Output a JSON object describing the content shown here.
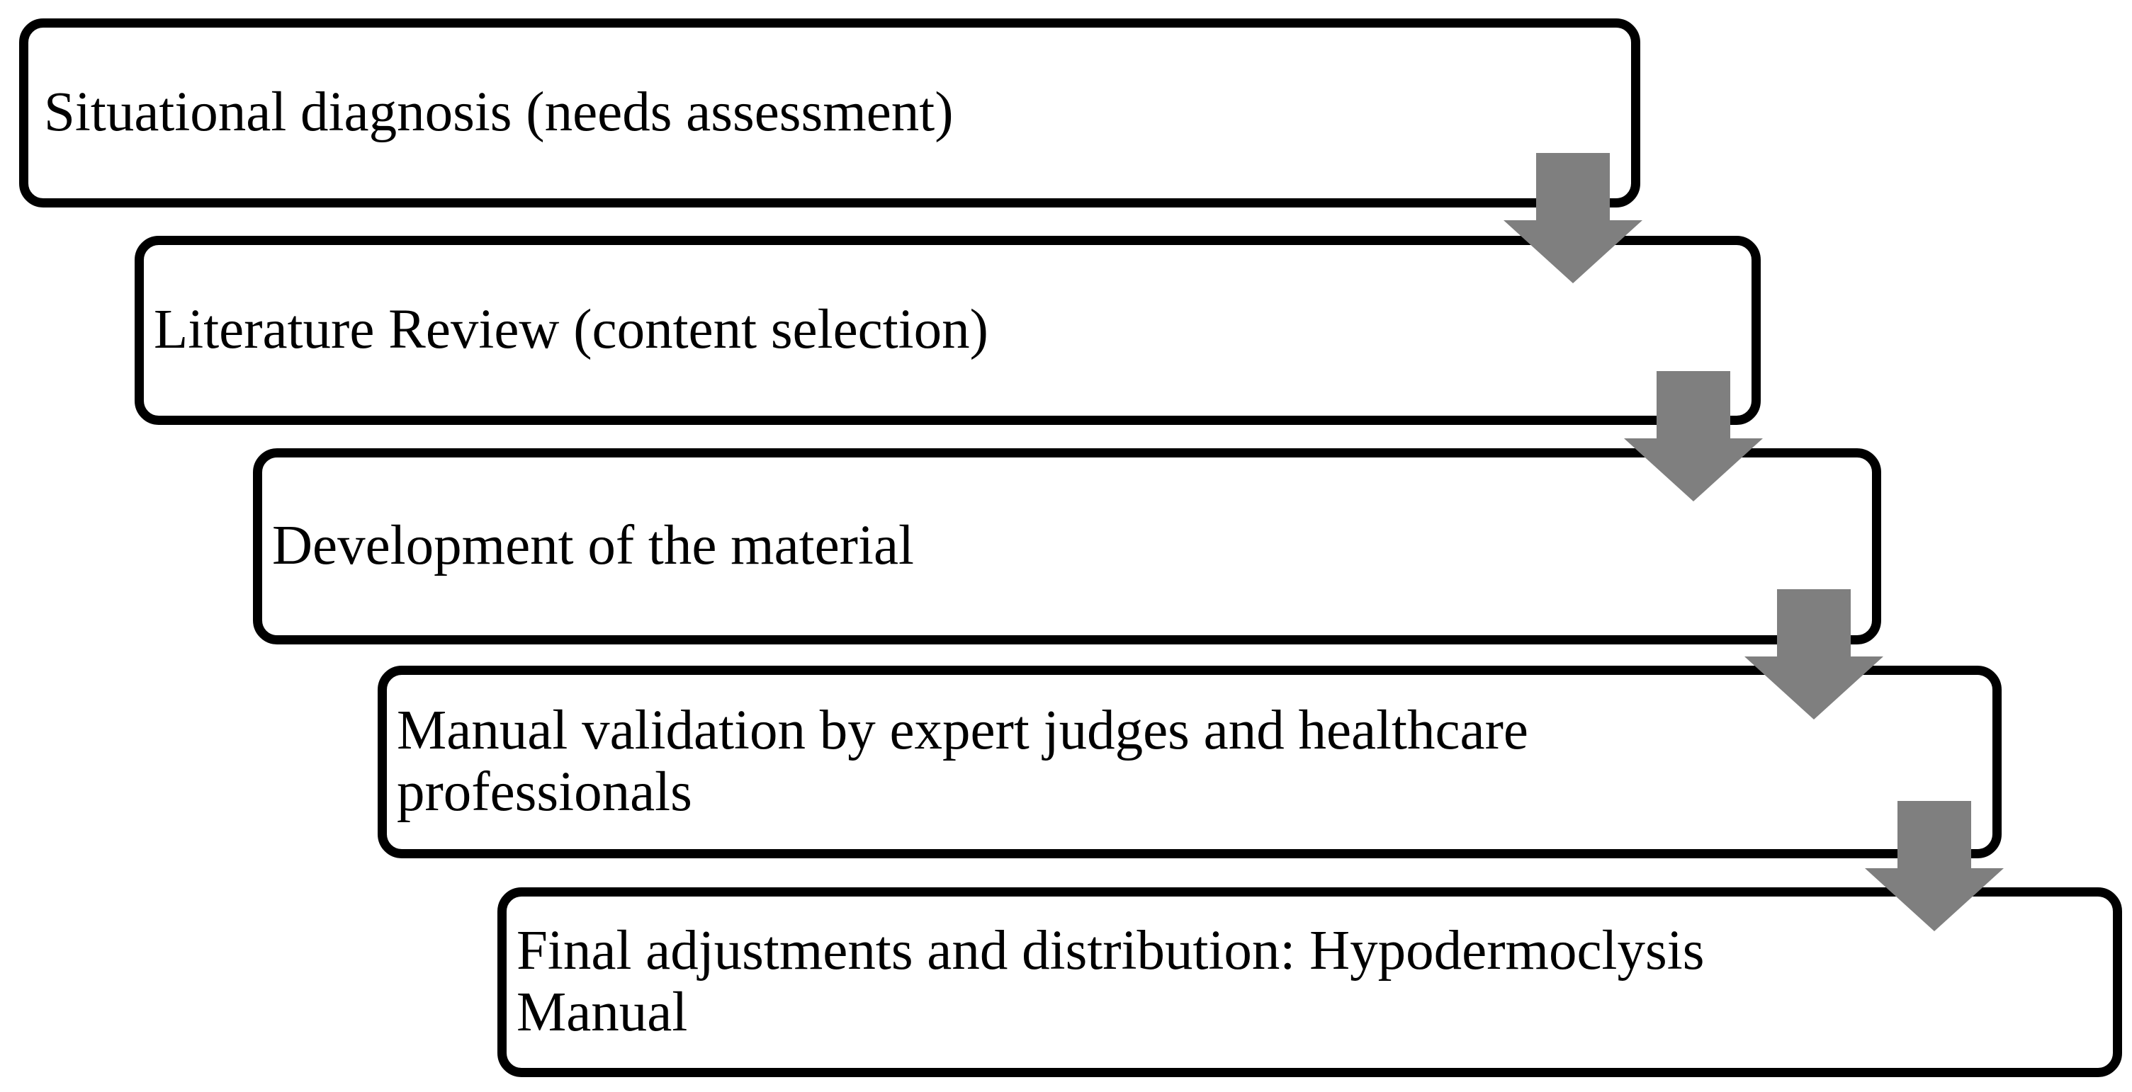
{
  "figure": {
    "type": "flowchart",
    "background_color": "#ffffff",
    "box_fill_color": "#ffffff",
    "box_border_color": "#000000",
    "text_color": "#000000",
    "arrow_color": "#7f7f7f",
    "arrow_direction": "down",
    "steps": [
      {
        "id": 1,
        "lines": [
          "Situational diagnosis (needs assessment)"
        ]
      },
      {
        "id": 2,
        "lines": [
          "Literature Review (content selection)"
        ]
      },
      {
        "id": 3,
        "lines": [
          "Development of the material"
        ]
      },
      {
        "id": 4,
        "lines": [
          "Manual validation by expert judges and healthcare",
          "professionals"
        ]
      },
      {
        "id": 5,
        "lines": [
          "Final adjustments and distribution: Hypodermoclysis",
          "Manual"
        ]
      }
    ],
    "arrows": [
      {
        "from_step": 1,
        "to_step": 2
      },
      {
        "from_step": 2,
        "to_step": 3
      },
      {
        "from_step": 3,
        "to_step": 4
      },
      {
        "from_step": 4,
        "to_step": 5
      }
    ]
  }
}
